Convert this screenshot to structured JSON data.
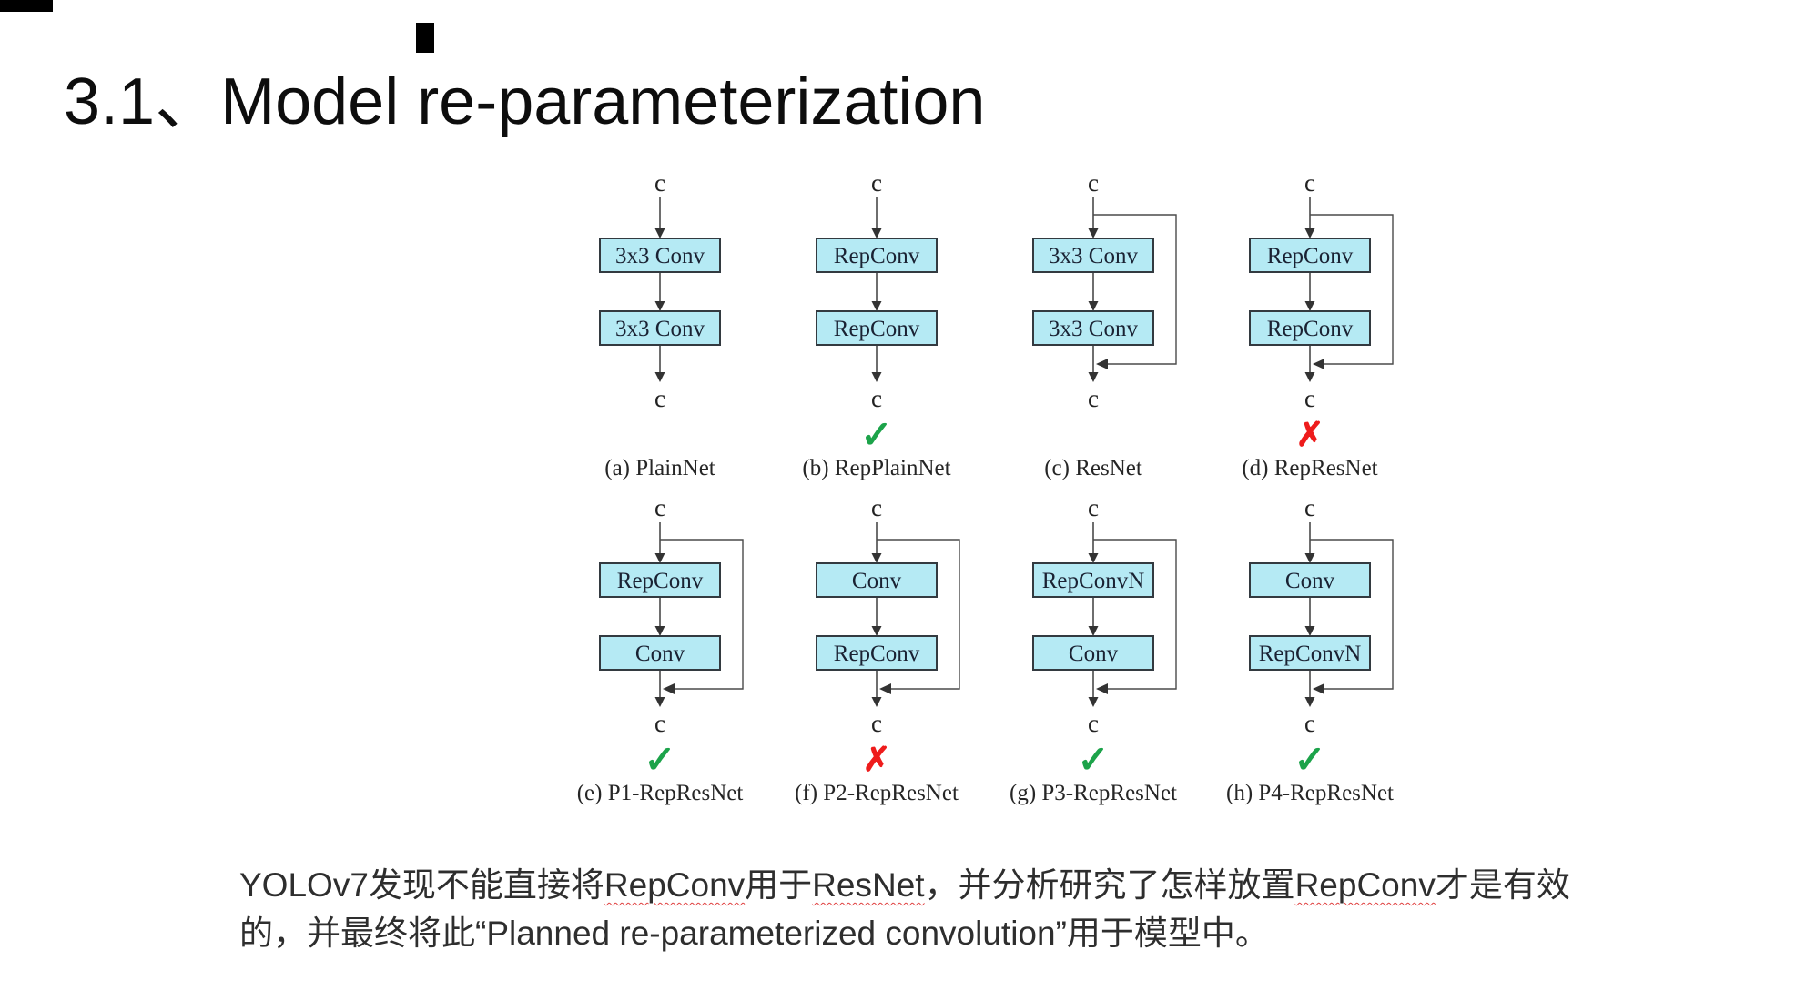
{
  "slide": {
    "title": "3.1、Model re-parameterization"
  },
  "paragraph": {
    "lines": [
      {
        "segments": [
          {
            "text": "YOLOv7发现不能直接将",
            "misspelled": false
          },
          {
            "text": "RepConv",
            "misspelled": true
          },
          {
            "text": "用于",
            "misspelled": false
          },
          {
            "text": "ResNet",
            "misspelled": true
          },
          {
            "text": "，并分析研究了怎样放置",
            "misspelled": false
          },
          {
            "text": "RepConv",
            "misspelled": true
          },
          {
            "text": "才是有效",
            "misspelled": false
          }
        ]
      },
      {
        "segments": [
          {
            "text": "的，并最终将此“Planned re-parameterized convolution”用于模型中。",
            "misspelled": false
          }
        ]
      }
    ]
  },
  "figure": {
    "colors": {
      "box_fill": "#b5eaf4",
      "box_border": "#333a40",
      "line": "#4a4a4a",
      "arrow_fill": "#333333",
      "diagram_text": "#1a2233",
      "check": "#1ca34a",
      "cross": "#ee1c1c"
    },
    "glyphs": {
      "check": "✓",
      "cross": "✗"
    },
    "rows": [
      [
        {
          "id": "a",
          "input": "c",
          "output": "c",
          "boxes": [
            "3x3 Conv",
            "3x3 Conv"
          ],
          "skip": false,
          "mark": "none",
          "caption": "(a) PlainNet"
        },
        {
          "id": "b",
          "input": "c",
          "output": "c",
          "boxes": [
            "RepConv",
            "RepConv"
          ],
          "skip": false,
          "mark": "check",
          "caption": "(b) RepPlainNet"
        },
        {
          "id": "c",
          "input": "c",
          "output": "c",
          "boxes": [
            "3x3 Conv",
            "3x3 Conv"
          ],
          "skip": true,
          "mark": "none",
          "caption": "(c) ResNet"
        },
        {
          "id": "d",
          "input": "c",
          "output": "c",
          "boxes": [
            "RepConv",
            "RepConv"
          ],
          "skip": true,
          "mark": "cross",
          "caption": "(d) RepResNet"
        }
      ],
      [
        {
          "id": "e",
          "input": "c",
          "output": "c",
          "boxes": [
            "RepConv",
            "Conv"
          ],
          "skip": true,
          "mark": "check",
          "caption": "(e) P1-RepResNet"
        },
        {
          "id": "f",
          "input": "c",
          "output": "c",
          "boxes": [
            "Conv",
            "RepConv"
          ],
          "skip": true,
          "mark": "cross",
          "caption": "(f) P2-RepResNet"
        },
        {
          "id": "g",
          "input": "c",
          "output": "c",
          "boxes": [
            "RepConvN",
            "Conv"
          ],
          "skip": true,
          "mark": "check",
          "caption": "(g) P3-RepResNet"
        },
        {
          "id": "h",
          "input": "c",
          "output": "c",
          "boxes": [
            "Conv",
            "RepConvN"
          ],
          "skip": true,
          "mark": "check",
          "caption": "(h) P4-RepResNet"
        }
      ]
    ]
  }
}
